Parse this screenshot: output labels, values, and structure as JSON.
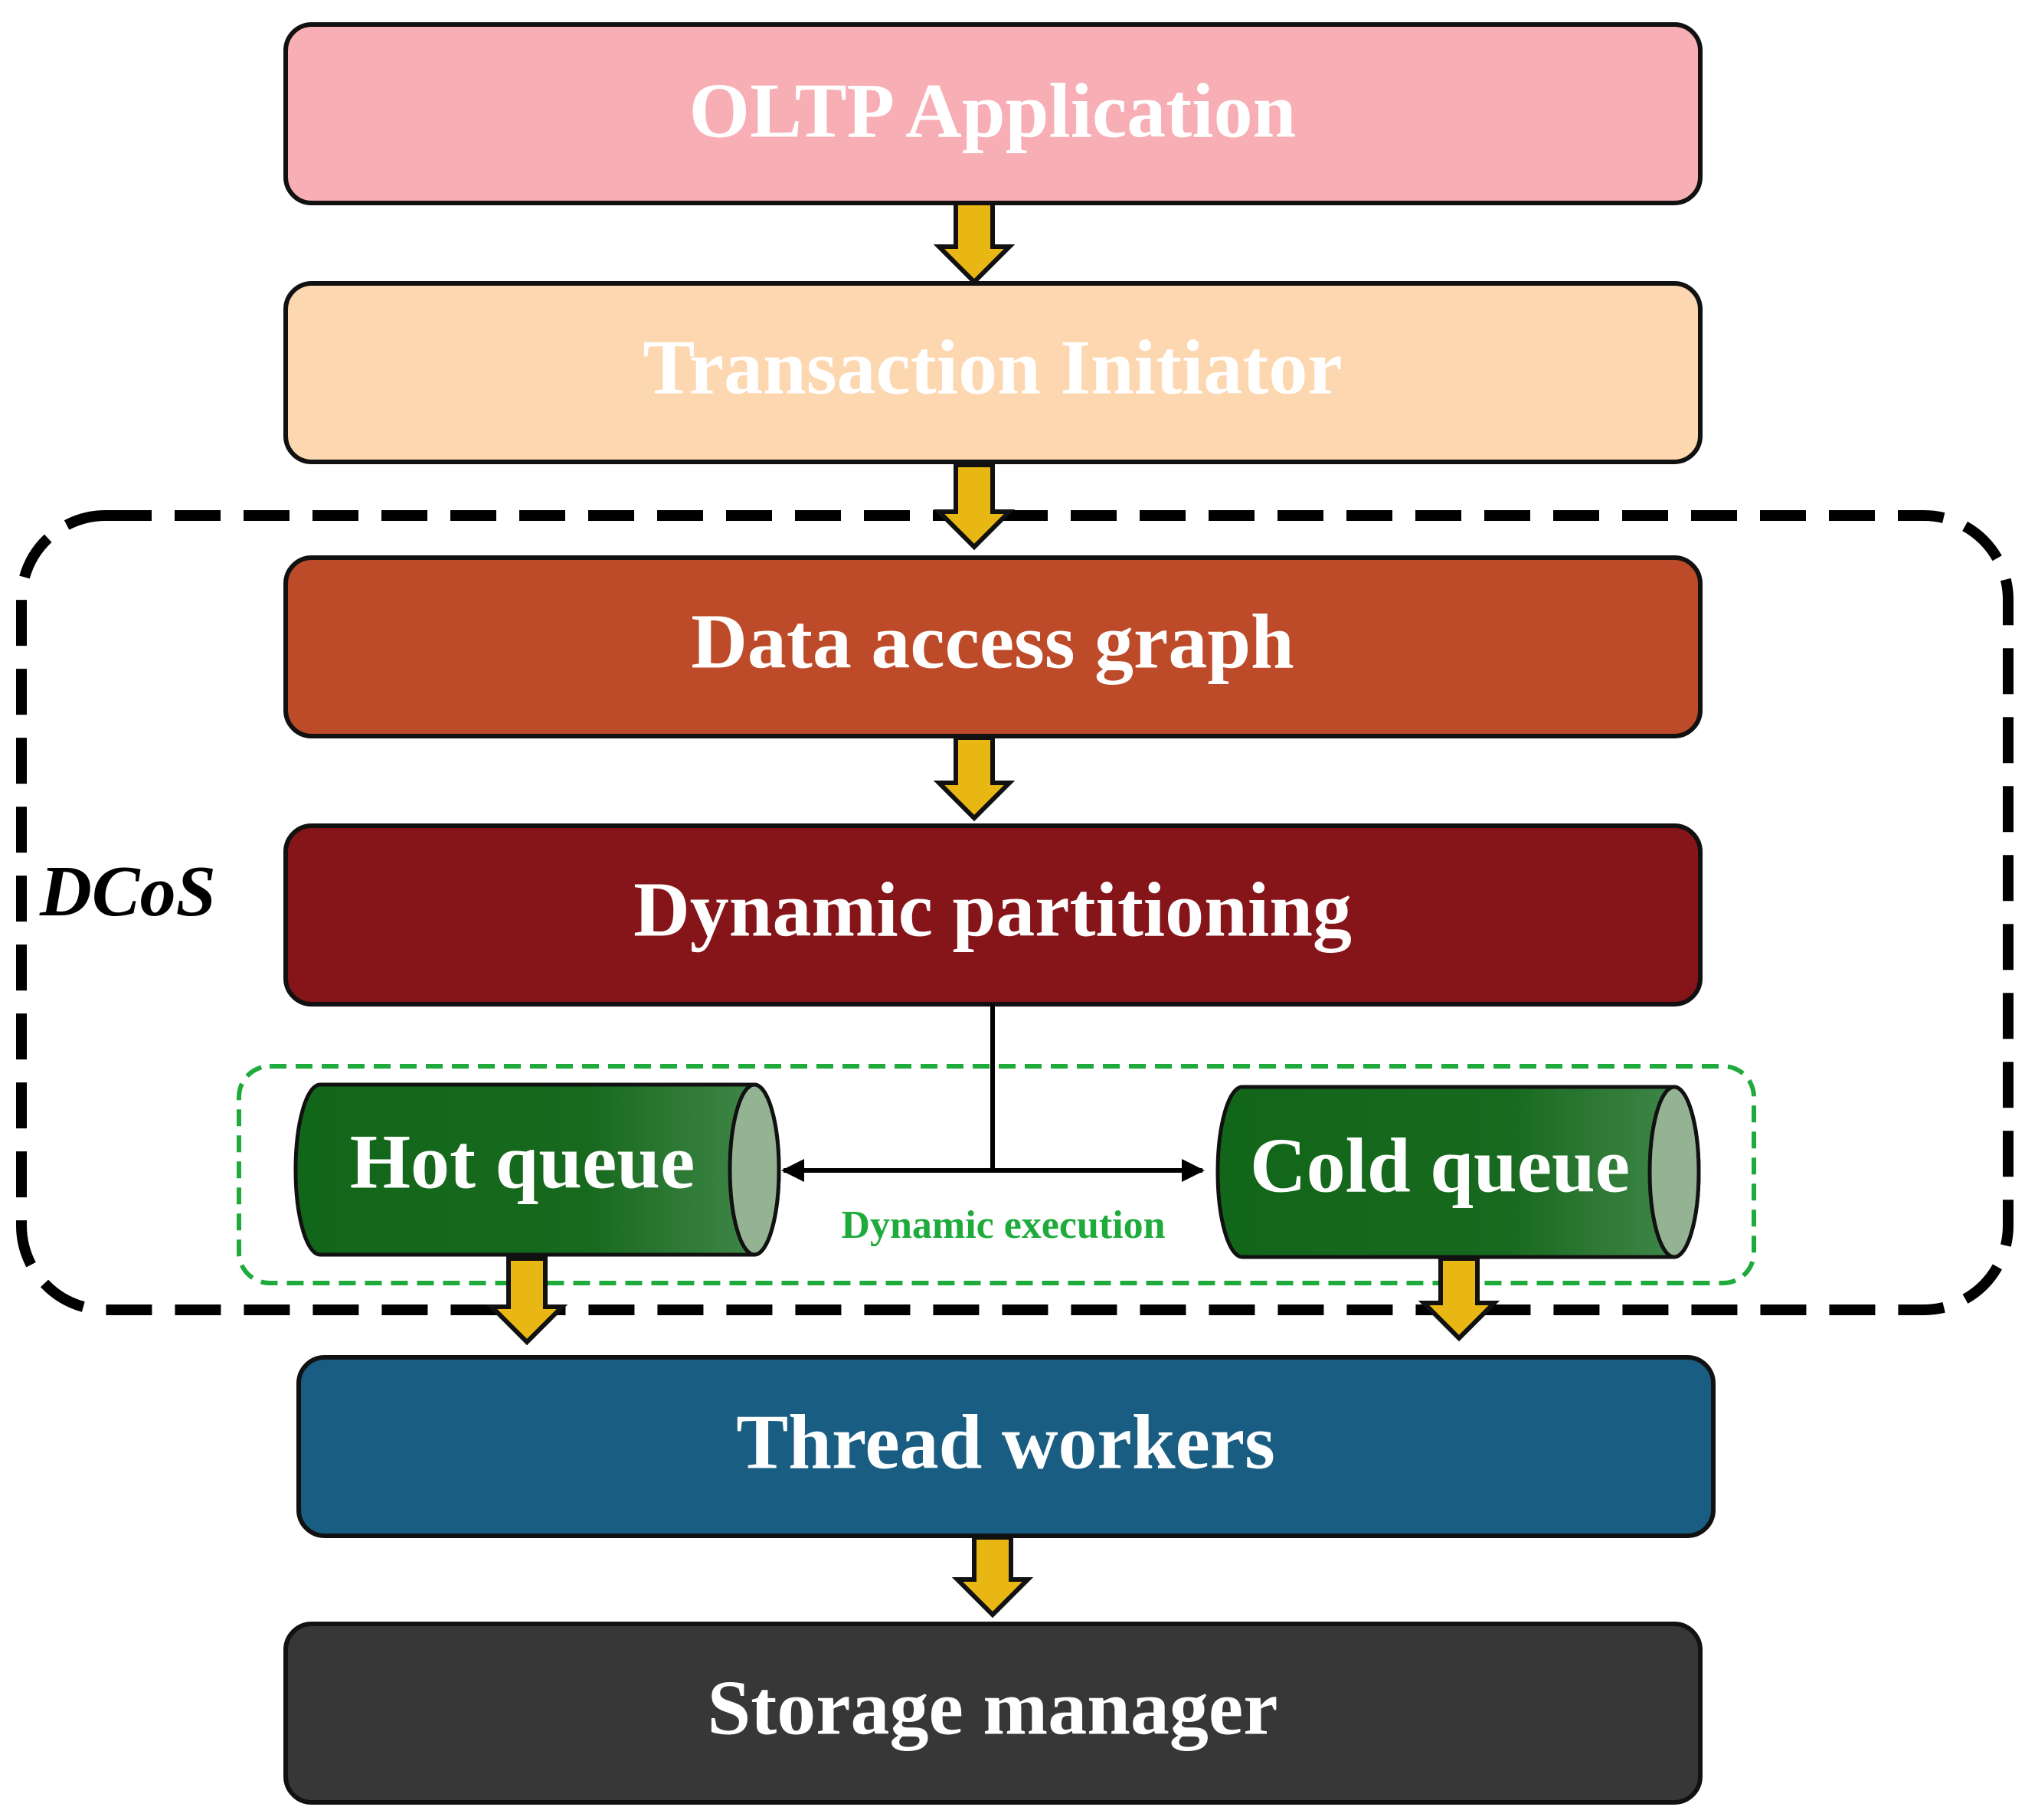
{
  "diagram": {
    "boxes": {
      "oltp": {
        "label": "OLTP Application",
        "color": "#f7aeb4"
      },
      "initiator": {
        "label": "Transaction Initiator",
        "color": "#fcd7b0"
      },
      "access_graph": {
        "label": "Data access graph",
        "color": "#bd4a28"
      },
      "partitioning": {
        "label": "Dynamic partitioning",
        "color": "#86151a"
      },
      "workers": {
        "label": "Thread workers",
        "color": "#195e82"
      },
      "storage": {
        "label": "Storage manager",
        "color": "#373737"
      }
    },
    "queues": {
      "hot": {
        "label": "Hot queue"
      },
      "cold": {
        "label": "Cold queue"
      },
      "color_dark": "#126619",
      "color_light": "#458a4e",
      "cap_color": "#93b393"
    },
    "group_label": "DCoS",
    "execution_label": "Dynamic execution",
    "colors": {
      "arrow_fill": "#e9b714",
      "outline": "#111111",
      "execution_border": "#1fab3c"
    }
  }
}
